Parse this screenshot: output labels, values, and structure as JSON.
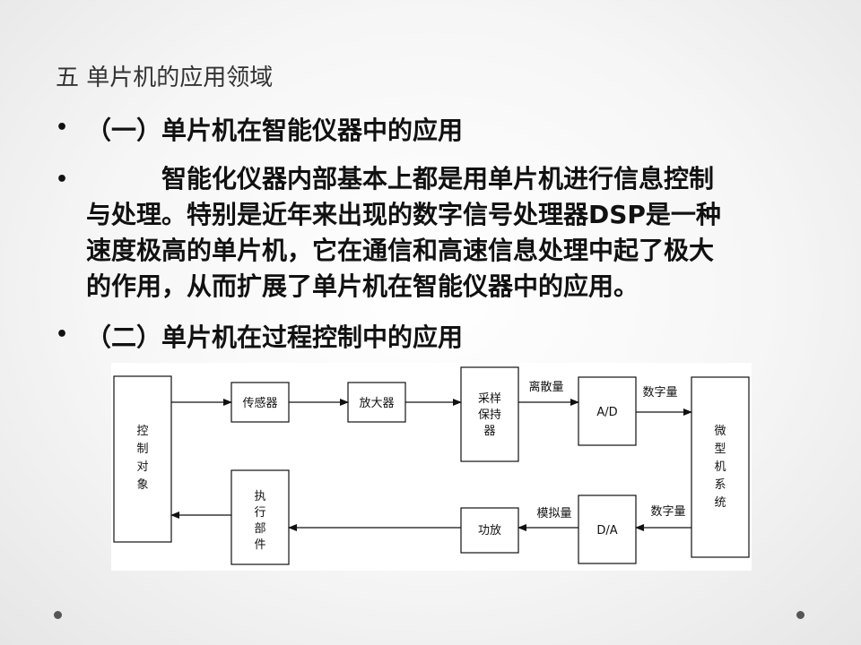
{
  "slide": {
    "title": "五 单片机的应用领域",
    "bullets": [
      "（一）单片机在智能仪器中的应用",
      "（二）单片机在过程控制中的应用"
    ],
    "paragraph": [
      "智能化仪器内部基本上都是用单片机进行信息控制",
      "与处理。特别是近年来出现的数字信号处理器DSP是一种",
      "速度极高的单片机，它在通信和高速信息处理中起了极大",
      "的作用，从而扩展了单片机在智能仪器中的应用。"
    ],
    "bullet_symbol": "•"
  },
  "diagram": {
    "blocks": {
      "control_object": [
        "控",
        "制",
        "对",
        "象"
      ],
      "sensor": "传感器",
      "amplifier": "放大器",
      "sample_hold": [
        "采样",
        "保持",
        "器"
      ],
      "ad": "A/D",
      "micro_system": [
        "微",
        "型",
        "机",
        "系",
        "统"
      ],
      "actuator": [
        "执",
        "行",
        "部",
        "件"
      ],
      "power_amp": "功放",
      "da": "D/A"
    },
    "edge_labels": {
      "discrete": "离散量",
      "digital_in": "数字量",
      "digital_out": "数字量",
      "analog": "模拟量"
    }
  }
}
